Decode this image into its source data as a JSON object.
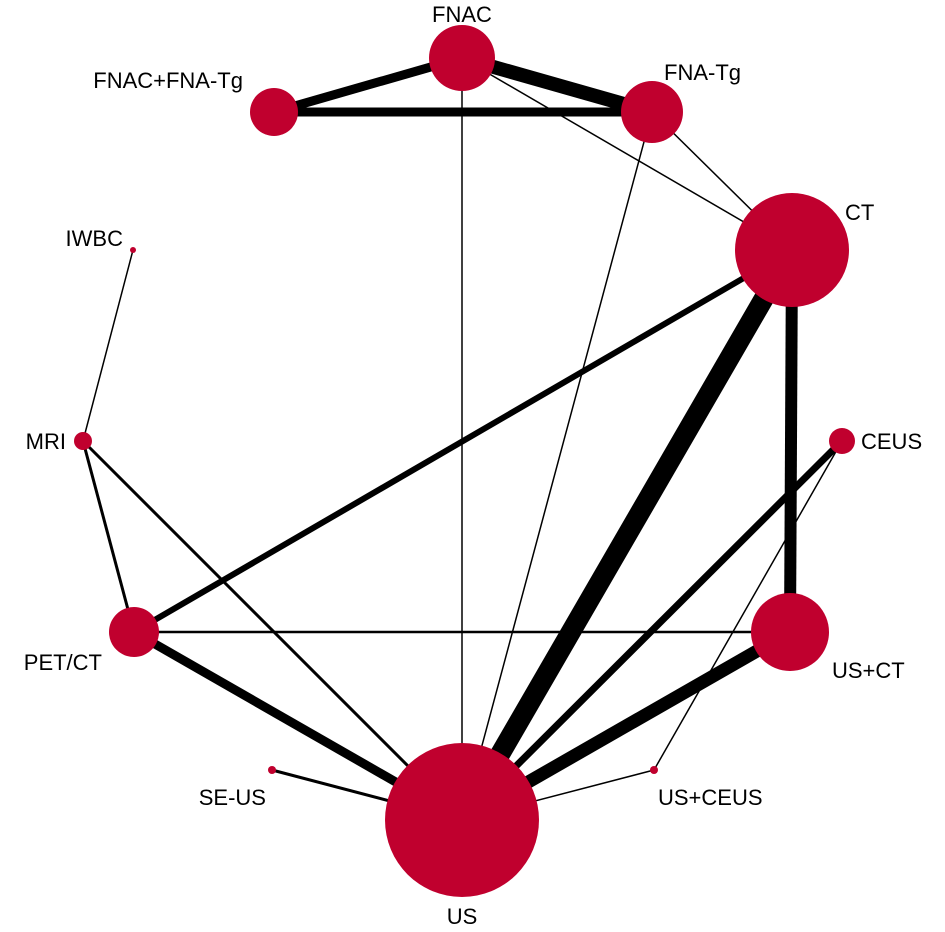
{
  "diagram": {
    "node_color": "#c0002e",
    "edge_color": "#000000",
    "background": "#ffffff",
    "nodes": [
      {
        "id": "FNAC",
        "label": "FNAC"
      },
      {
        "id": "FNA-Tg",
        "label": "FNA-Tg"
      },
      {
        "id": "FNAC+FNA-Tg",
        "label": "FNAC+FNA-Tg"
      },
      {
        "id": "IWBC",
        "label": "IWBC"
      },
      {
        "id": "CT",
        "label": "CT"
      },
      {
        "id": "MRI",
        "label": "MRI"
      },
      {
        "id": "CEUS",
        "label": "CEUS"
      },
      {
        "id": "PET/CT",
        "label": "PET/CT"
      },
      {
        "id": "US+CT",
        "label": "US+CT"
      },
      {
        "id": "SE-US",
        "label": "SE-US"
      },
      {
        "id": "US+CEUS",
        "label": "US+CEUS"
      },
      {
        "id": "US",
        "label": "US"
      }
    ],
    "edges": [
      {
        "from": "FNAC",
        "to": "FNAC+FNA-Tg"
      },
      {
        "from": "FNAC",
        "to": "FNA-Tg"
      },
      {
        "from": "FNAC+FNA-Tg",
        "to": "FNA-Tg"
      },
      {
        "from": "FNAC",
        "to": "CT"
      },
      {
        "from": "FNA-Tg",
        "to": "CT"
      },
      {
        "from": "FNAC",
        "to": "US"
      },
      {
        "from": "FNA-Tg",
        "to": "US"
      },
      {
        "from": "IWBC",
        "to": "MRI"
      },
      {
        "from": "MRI",
        "to": "PET/CT"
      },
      {
        "from": "MRI",
        "to": "US"
      },
      {
        "from": "CT",
        "to": "PET/CT"
      },
      {
        "from": "CT",
        "to": "US"
      },
      {
        "from": "CT",
        "to": "US+CT"
      },
      {
        "from": "CEUS",
        "to": "US"
      },
      {
        "from": "CEUS",
        "to": "US+CEUS"
      },
      {
        "from": "PET/CT",
        "to": "US+CT"
      },
      {
        "from": "PET/CT",
        "to": "US"
      },
      {
        "from": "US+CT",
        "to": "US"
      },
      {
        "from": "SE-US",
        "to": "US"
      },
      {
        "from": "US+CEUS",
        "to": "US"
      }
    ]
  }
}
